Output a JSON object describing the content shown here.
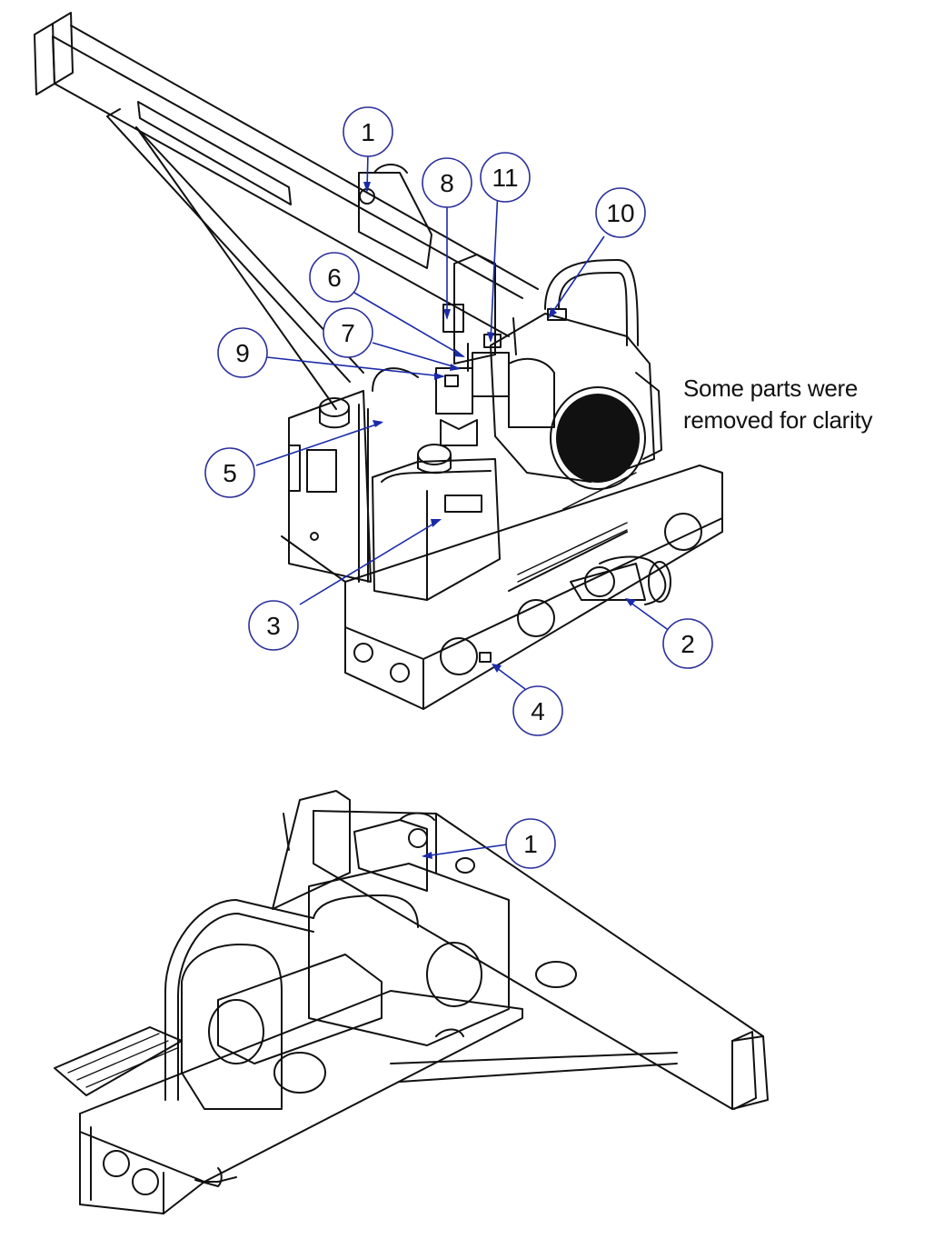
{
  "note": {
    "line1": "Some parts were",
    "line2": "removed for clarity"
  },
  "top_view": {
    "callouts": [
      "1",
      "2",
      "3",
      "4",
      "5",
      "6",
      "7",
      "8",
      "9",
      "10",
      "11"
    ]
  },
  "bottom_view": {
    "callouts": [
      "1"
    ]
  },
  "colors": {
    "line": "#111111",
    "leader": "#1a2aa8",
    "circle": "#2b2f9a"
  }
}
